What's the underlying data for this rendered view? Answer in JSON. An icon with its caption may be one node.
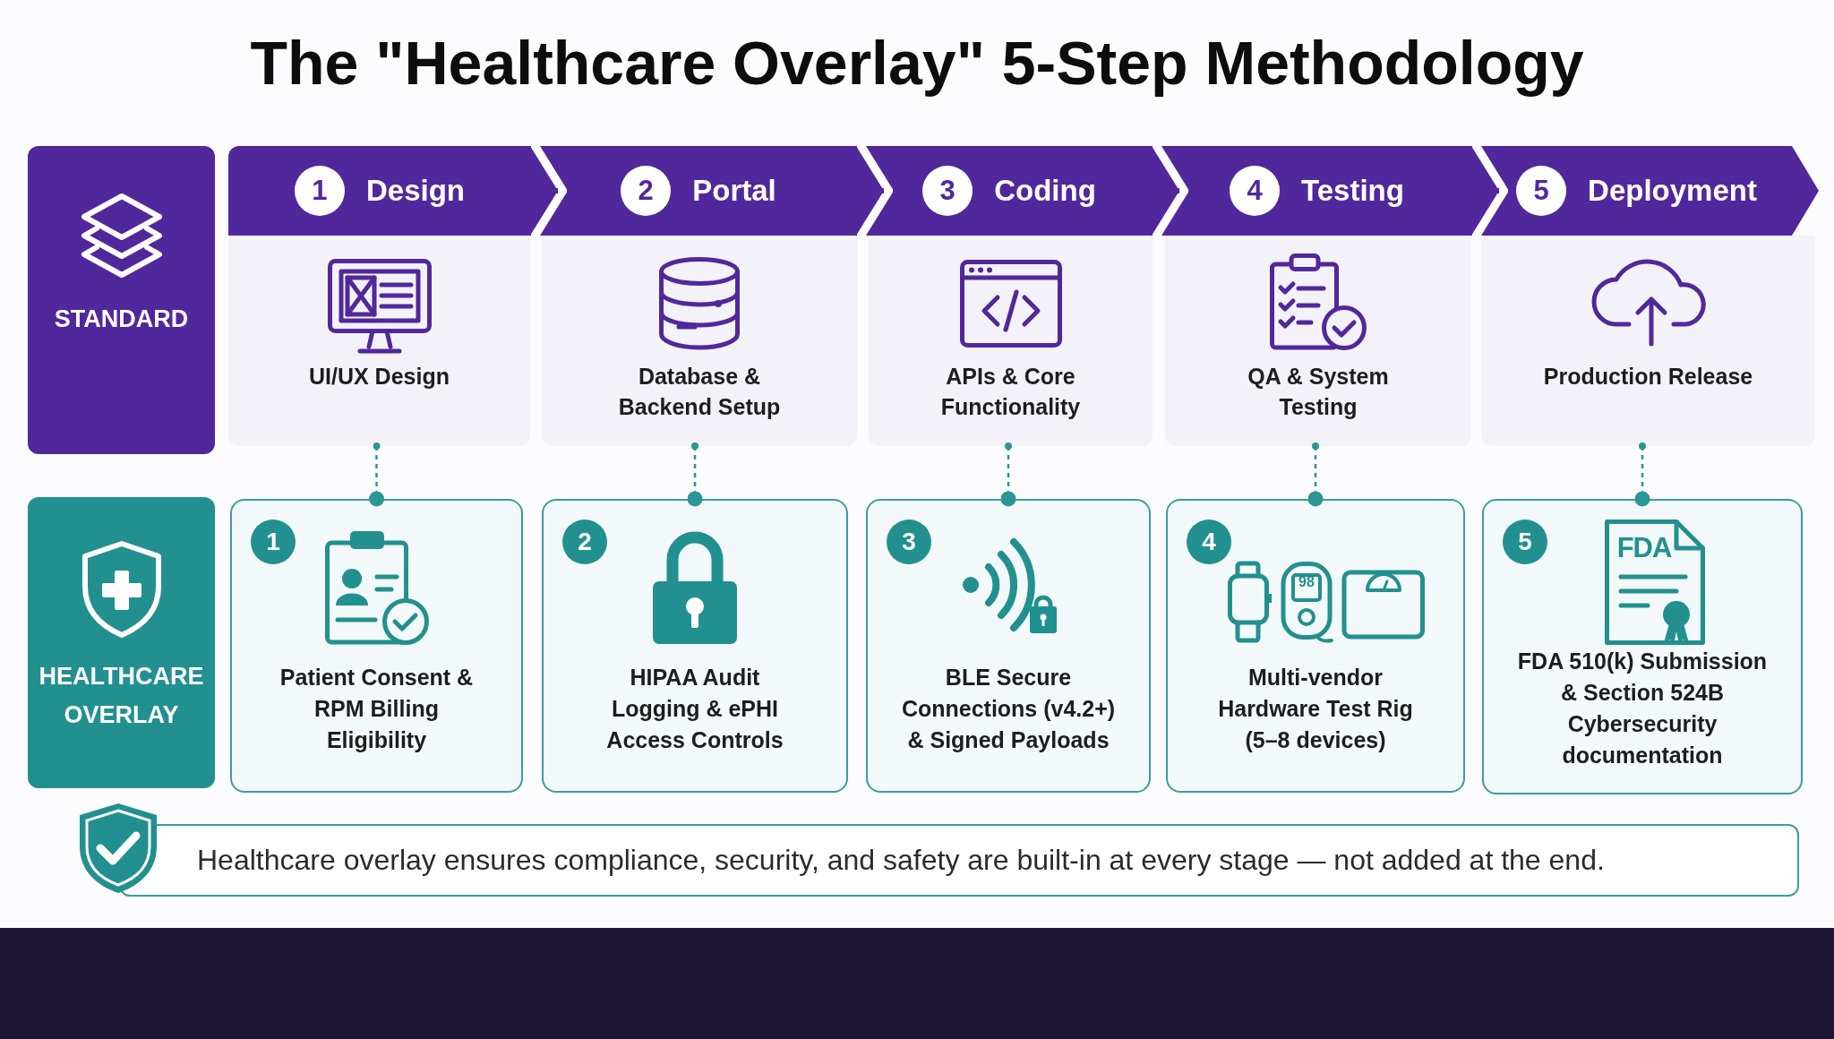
{
  "diagram": {
    "title": "The \"Healthcare Overlay\" 5-Step Methodology",
    "nodes": [
      {
        "text": [
          "STANDARD"
        ]
      },
      {
        "text": [
          "1",
          "Design"
        ]
      },
      {
        "text": [
          "2",
          "Portal"
        ]
      },
      {
        "text": [
          "3",
          "Coding"
        ]
      },
      {
        "text": [
          "4",
          "Testing"
        ]
      },
      {
        "text": [
          "5",
          "Deployment"
        ]
      },
      {
        "text": [
          "UI/UX Design"
        ]
      },
      {
        "text": [
          "Database & Backend Setup"
        ]
      },
      {
        "text": [
          "APIs & Core Functionality"
        ]
      },
      {
        "text": [
          "QA & System Testing"
        ]
      },
      {
        "text": [
          "Production Release"
        ]
      },
      {
        "text": [
          "HEALTHCARE OVERLAY"
        ]
      },
      {
        "text": [
          "1",
          "Patient Consent & RPM Billing Eligibility"
        ]
      },
      {
        "text": [
          "2",
          "HIPAA Audit Logging & ePHI Access Controls"
        ]
      },
      {
        "text": [
          "3",
          "BLE Secure Connections (v4.2+) & Signed Payloads"
        ]
      },
      {
        "text": [
          "4",
          "Multi-vendor Hardware Test Rig (5–8 devices)"
        ]
      },
      {
        "text": [
          "5",
          "FDA 510(k) Submission & Section 524B Cybersecurity documentation"
        ]
      },
      {
        "text": [
          "Healthcare overlay ensures compliance, security, and safety are built-in at every stage — not added at the end."
        ]
      }
    ],
    "edges": [
      {
        "from": 1,
        "to": 2,
        "arrow": "to",
        "style": "thick",
        "color": "#51289c"
      },
      {
        "from": 2,
        "to": 3,
        "arrow": "to",
        "style": "thick",
        "color": "#51289c"
      },
      {
        "from": 3,
        "to": 4,
        "arrow": "to",
        "style": "thick",
        "color": "#51289c"
      },
      {
        "from": 4,
        "to": 5,
        "arrow": "to",
        "style": "thick",
        "color": "#51289c"
      },
      {
        "from": 6,
        "to": 12,
        "arrow": "other",
        "style": "dashed",
        "color": "#2a9696"
      },
      {
        "from": 7,
        "to": 13,
        "arrow": "other",
        "style": "dashed",
        "color": "#2a9696"
      },
      {
        "from": 8,
        "to": 14,
        "arrow": "other",
        "style": "dashed",
        "color": "#2a9696"
      },
      {
        "from": 9,
        "to": 15,
        "arrow": "other",
        "style": "dashed",
        "color": "#2a9696"
      },
      {
        "from": 10,
        "to": 16,
        "arrow": "other",
        "style": "dashed",
        "color": "#2a9696"
      }
    ],
    "labels": [
      "98",
      "FDA"
    ]
  }
}
